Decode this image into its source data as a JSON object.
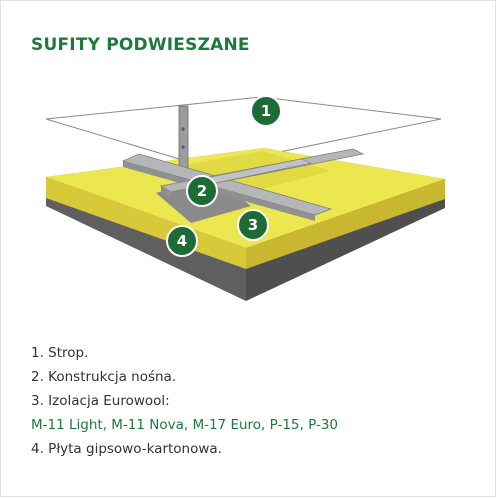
{
  "title": "SUFITY PODWIESZANE",
  "callouts": [
    "1",
    "2",
    "3",
    "4"
  ],
  "legend": {
    "item1": "1. Strop.",
    "item2": "2. Konstrukcja nośna.",
    "item3": "3. Izolacja Eurowool:",
    "item3_products": "M-11 Light, M-11 Nova, M-17 Euro, P-15, P-30",
    "item4": "4. Płyta gipsowo-kartonowa."
  },
  "colors": {
    "accent": "#1e7a3a",
    "badge": "#1d6b35",
    "insulation": "#e6e04a",
    "board": "#6e6e6e",
    "profile": "#a9abad"
  }
}
